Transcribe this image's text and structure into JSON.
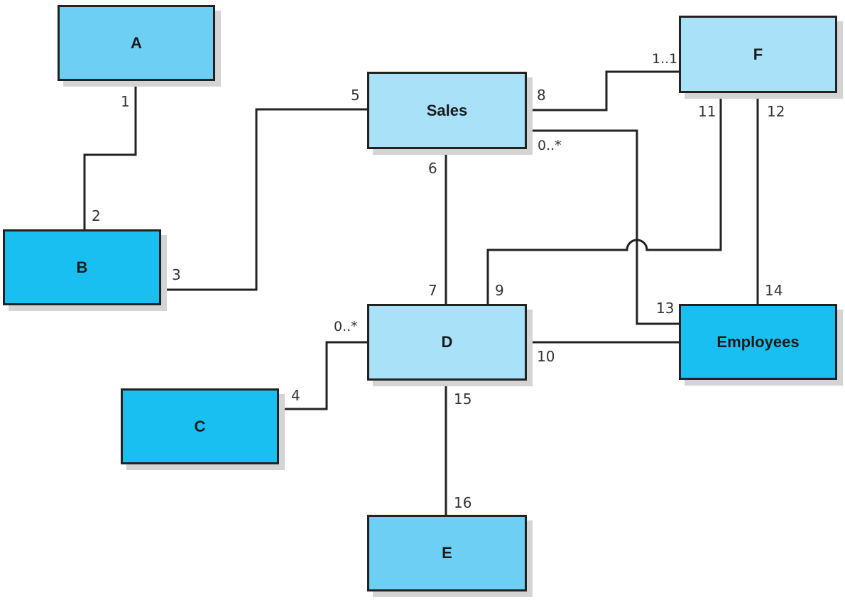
{
  "colors": {
    "light": "#a8e1f8",
    "medium": "#6dcff3",
    "dark": "#19bff0",
    "line": "#222222"
  },
  "entities": {
    "A": "A",
    "B": "B",
    "C": "C",
    "D": "D",
    "E": "E",
    "F": "F",
    "sales": "Sales",
    "employees": "Employees"
  },
  "labels": {
    "l1": "1",
    "l2": "2",
    "l3": "3",
    "l4": "4",
    "l5": "5",
    "l6": "6",
    "l7": "7",
    "l8": "8",
    "l9": "9",
    "l10": "10",
    "l11": "11",
    "l12": "12",
    "l13": "13",
    "l14": "14",
    "l15": "15",
    "l16": "16"
  },
  "multiplicities": {
    "f_one_one": "1..1",
    "sales_zero_many": "0..*",
    "d_zero_many": "0..*"
  }
}
